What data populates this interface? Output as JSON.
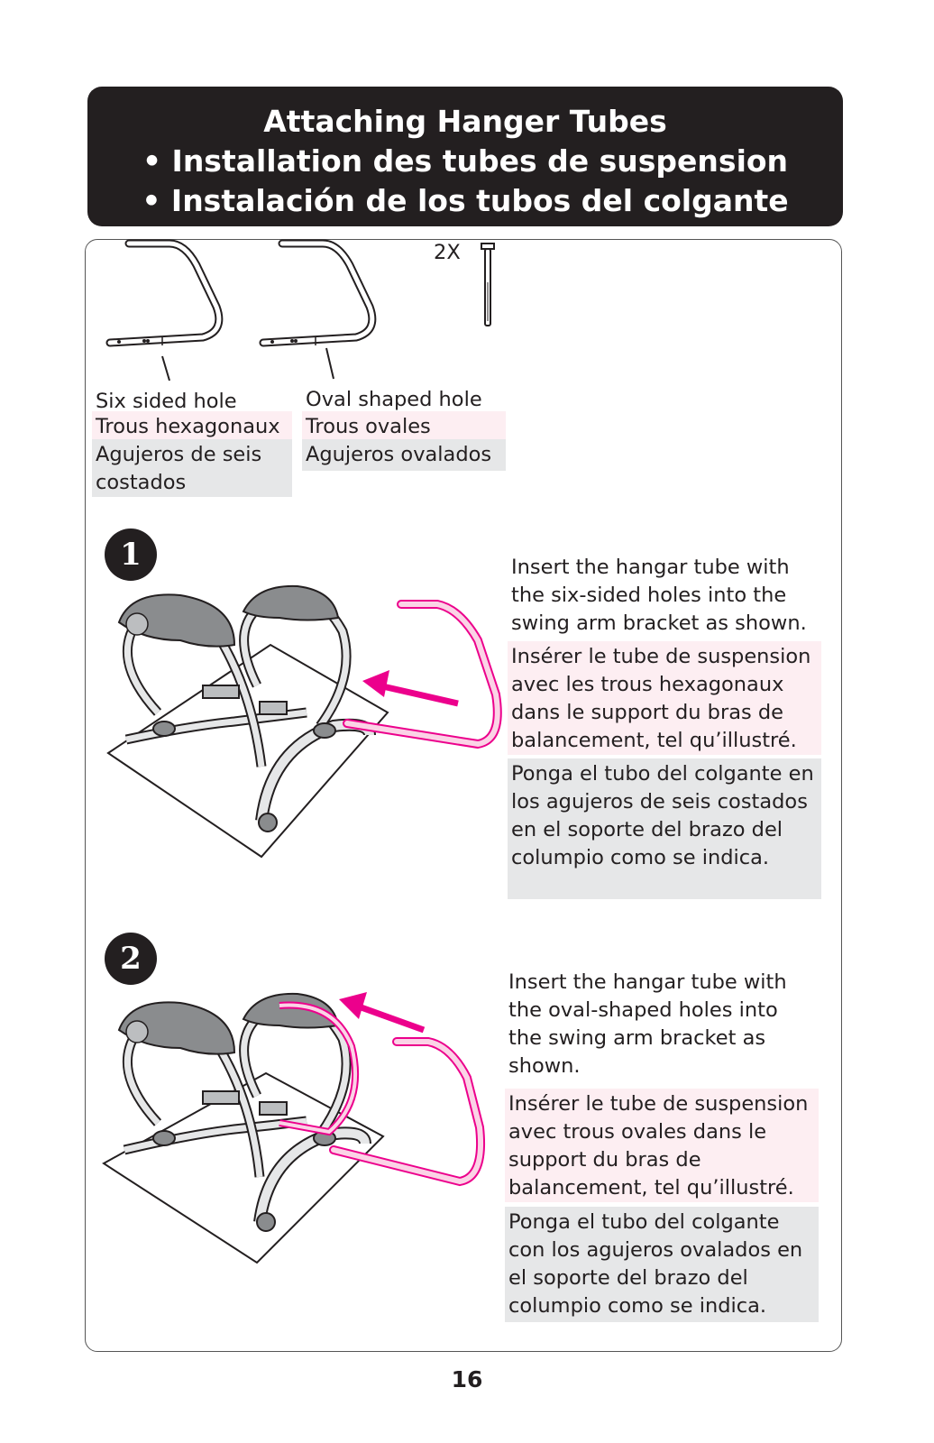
{
  "header": {
    "title_en": "Attaching Hanger Tubes",
    "title_fr": "• Installation des tubes de suspension",
    "title_es": "• Instalación de los tubos del colgante"
  },
  "parts": {
    "quantity": "2X",
    "six_sided": {
      "en": "Six sided hole",
      "fr": "Trous hexagonaux",
      "es": "Agujeros de seis costados"
    },
    "oval": {
      "en": "Oval shaped hole",
      "fr": "Trous ovales",
      "es": "Agujeros ovalados"
    }
  },
  "steps": [
    {
      "number": "1",
      "en": "Insert the hangar tube with the six-sided holes into the swing arm bracket as shown.",
      "fr": "Insérer le tube de suspension avec les trous hexagonaux dans le support du bras de balancement, tel qu’illustré.",
      "es": "Ponga el tubo del colgante en los agujeros de seis costados en el soporte del brazo del columpio como se indica."
    },
    {
      "number": "2",
      "en": "Insert the hangar tube with the oval-shaped holes into the swing arm bracket as shown.",
      "fr": "Insérer le tube de suspension avec trous ovales dans le support du bras de balancement, tel qu’illustré.",
      "es": "Ponga el tubo del colgante con los agujeros ovalados en el soporte del brazo del columpio como se indica."
    }
  ],
  "page_number": "16",
  "colors": {
    "accent_pink": "#ec008c",
    "pink_highlight": "#fdeef2",
    "gray_highlight": "#e6e7e8",
    "dark": "#231f20"
  }
}
